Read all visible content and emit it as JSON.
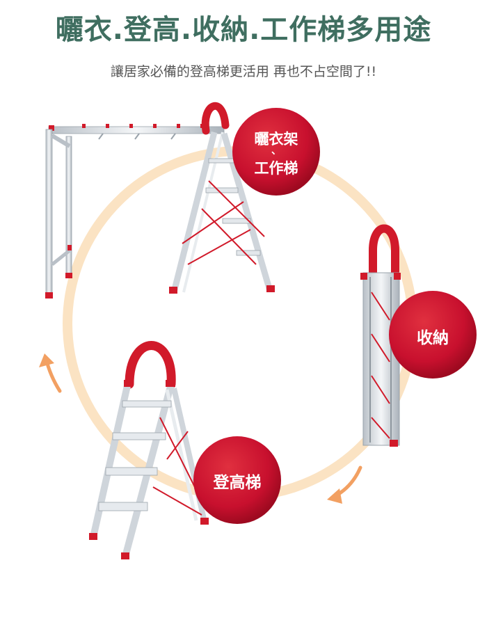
{
  "header": {
    "title": "曬衣.登高.收納.工作梯多用途",
    "subtitle": "讓居家必備的登高梯更活用 再也不占空間了!!"
  },
  "badges": {
    "drying": {
      "line1": "曬衣架",
      "sep": "、",
      "line2": "工作梯"
    },
    "storage": {
      "label": "收納"
    },
    "climb": {
      "label": "登高梯"
    }
  },
  "colors": {
    "title": "#3f6e60",
    "badge": "#c8102e",
    "ring": "#fbe3c3",
    "arrow": "#f2a062",
    "aluminum": "#d8dde2",
    "accent": "#d11a2a"
  }
}
